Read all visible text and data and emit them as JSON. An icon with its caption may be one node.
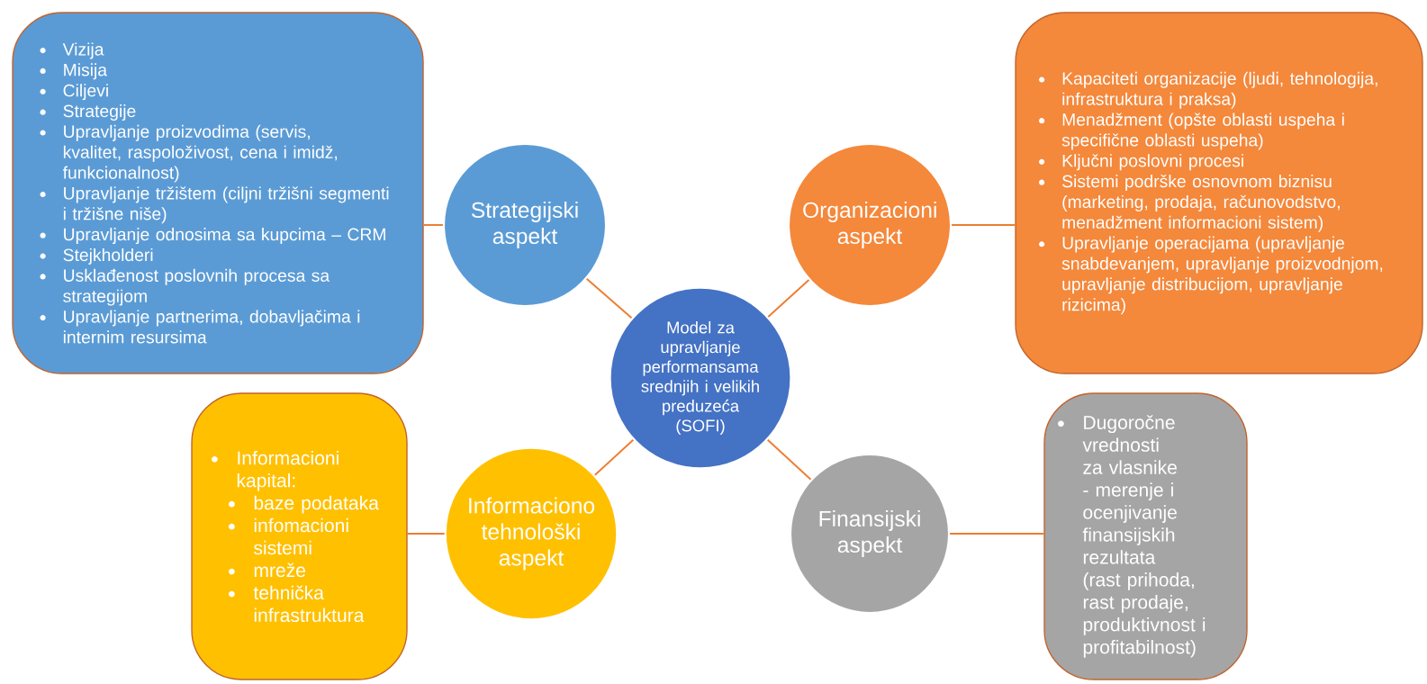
{
  "diagram": {
    "nodes": [
      {
        "text": [
          "Model za upravljanje performansama srednjih i velikih preduzeća (SOFI)"
        ]
      },
      {
        "text": [
          "Strategijski aspekt"
        ]
      },
      {
        "text": [
          "Organizacioni aspekt"
        ]
      },
      {
        "text": [
          "Informaciono tehnološki aspekt"
        ]
      },
      {
        "text": [
          "Finansijski aspekt"
        ]
      },
      {
        "text": [
          "Vizija",
          "Misija",
          "Ciljevi",
          "Strategije",
          "Upravljanje proizvodima (servis, kvalitet, raspoloživost, cena i imidž, funkcionalnost)",
          "Upravljanje tržištem (ciljni tržišni segmenti i tržišne niše)",
          "Upravljanje odnosima sa kupcima – CRM",
          "Stejkholderi",
          "Usklađenost poslovnih procesa sa strategijom",
          "Upravljanje partnerima, dobavljačima i internim resursima"
        ]
      },
      {
        "text": [
          "Kapaciteti organizacije (ljudi, tehnologija, infrastruktura i praksa)",
          "Menadžment (opšte oblasti uspeha i specifične oblasti uspeha)",
          "Ključni poslovni procesi",
          "Sistemi podrške osnovnom biznisu (marketing, prodaja, računovodstvo, menadžment informacioni sistem)",
          "Upravljanje operacijama (upravljanje snabdevanjem, upravljanje proizvodnjom, upravljanje distribucijom,  upravljanje rizicima)"
        ]
      },
      {
        "text": [
          "Informacioni kapital:",
          "baze podataka",
          "infomacioni sistemi",
          "mreže",
          "tehnička infrastruktura"
        ]
      },
      {
        "text": [
          "Dugoročne vrednosti za vlasnike - merenje i ocenjivanje finansijskih rezultata (rast prihoda, rast prodaje, produktivnost i profitabilnost)"
        ]
      }
    ],
    "edges": [
      {
        "from": 5,
        "to": 1,
        "arrow": "none"
      },
      {
        "from": 1,
        "to": 0,
        "arrow": "none"
      },
      {
        "from": 2,
        "to": 0,
        "arrow": "none"
      },
      {
        "from": 2,
        "to": 6,
        "arrow": "none"
      },
      {
        "from": 3,
        "to": 0,
        "arrow": "none"
      },
      {
        "from": 7,
        "to": 3,
        "arrow": "none"
      },
      {
        "from": 4,
        "to": 0,
        "arrow": "none"
      },
      {
        "from": 4,
        "to": 8,
        "arrow": "none"
      }
    ]
  }
}
